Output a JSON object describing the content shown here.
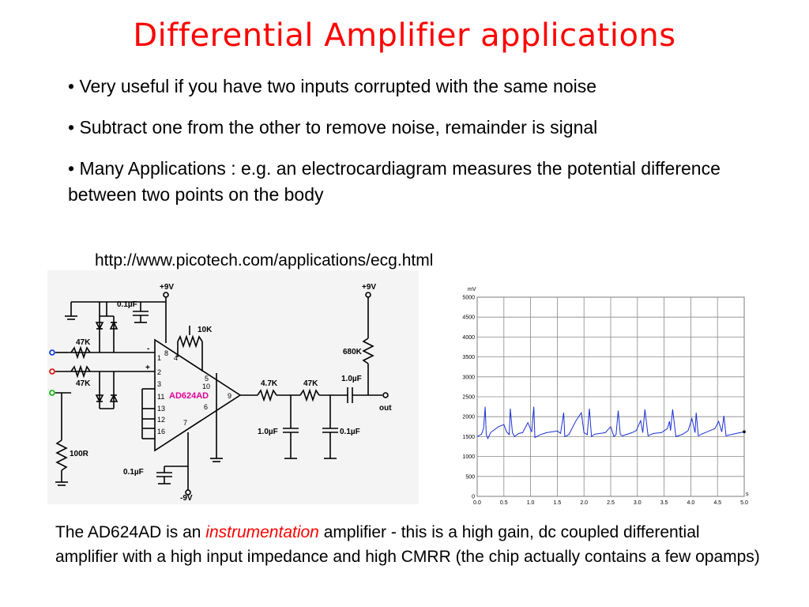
{
  "slide": {
    "title": "Differential Amplifier applications",
    "bullets": [
      "• Very useful if you have two inputs corrupted with the same noise",
      "• Subtract one from the other to remove noise, remainder is signal",
      "• Many Applications : e.g. an electrocardiagram measures the potential difference between two points on the body"
    ],
    "link": "http://www.picotech.com/applications/ecg.html",
    "caption": {
      "before": "The AD624AD is an ",
      "emphasis": "instrumentation",
      "after": " amplifier - this is a high gain, dc coupled differential amplifier with a high input impedance and high CMRR (the chip actually contains a few opamps)"
    }
  },
  "circuit": {
    "chip_label": "AD624AD",
    "chip_label_color": "#e0009a",
    "supply_pos_1": "+9V",
    "supply_pos_2": "+9V",
    "supply_neg": "-9V",
    "cap_top": "0.1µF",
    "cap_bottom": "0.1µF",
    "pot": "10K",
    "r_in_1": "47K",
    "r_in_2": "47K",
    "r_100": "100R",
    "r_47k_out1": "4.7K",
    "r_47k_out2": "47K",
    "r_680": "680K",
    "cap_out": "1.0µF",
    "cap_f1": "1.0µF",
    "cap_f2": "0.1µF",
    "out_label": "out",
    "minus_sign": "-",
    "plus_sign": "+",
    "pins": [
      "8",
      "1",
      "4",
      "2",
      "5",
      "3",
      "10",
      "11",
      "9",
      "13",
      "6",
      "12",
      "7",
      "16"
    ]
  },
  "chart_data": {
    "type": "line",
    "ylabel": "mV",
    "xlabel": "s",
    "x_ticks": [
      "0.0",
      "0.5",
      "1.0",
      "1.5",
      "2.0",
      "2.5",
      "3.0",
      "3.5",
      "4.0",
      "4.5",
      "5.0"
    ],
    "y_ticks": [
      "0",
      "500",
      "1000",
      "1500",
      "2000",
      "2500",
      "3000",
      "3500",
      "4000",
      "4500",
      "5000"
    ],
    "xlim": [
      0,
      5
    ],
    "ylim": [
      0,
      5000
    ],
    "grid": true,
    "line_color": "#1a2fd6",
    "series": [
      {
        "x": [
          0.0,
          0.08,
          0.12,
          0.15,
          0.17,
          0.2,
          0.25,
          0.4,
          0.5,
          0.55,
          0.6,
          0.62,
          0.66,
          0.7,
          0.78,
          0.85,
          0.95,
          1.02,
          1.06,
          1.08,
          1.12,
          1.18,
          1.3,
          1.4,
          1.5,
          1.56,
          1.62,
          1.64,
          1.68,
          1.72,
          1.85,
          1.95,
          2.0,
          2.06,
          2.1,
          2.14,
          2.2,
          2.4,
          2.5,
          2.56,
          2.6,
          2.64,
          2.68,
          2.72,
          2.9,
          2.98,
          3.06,
          3.1,
          3.14,
          3.2,
          3.3,
          3.45,
          3.56,
          3.6,
          3.62,
          3.66,
          3.72,
          3.85,
          3.95,
          4.02,
          4.08,
          4.1,
          4.14,
          4.2,
          4.3,
          4.45,
          4.52,
          4.58,
          4.62,
          4.66,
          4.72,
          4.85,
          5.0
        ],
        "y": [
          1500,
          1560,
          1700,
          2250,
          1550,
          1450,
          1600,
          1750,
          1800,
          1620,
          1550,
          2200,
          1600,
          1500,
          1580,
          1600,
          1850,
          1620,
          2250,
          1480,
          1500,
          1550,
          1600,
          1620,
          1640,
          1580,
          2100,
          1500,
          1520,
          1560,
          1900,
          2100,
          1600,
          1550,
          2200,
          1500,
          1560,
          1600,
          1750,
          1500,
          1550,
          2150,
          1550,
          1520,
          1600,
          1650,
          1900,
          1600,
          2180,
          1520,
          1580,
          1600,
          1700,
          1880,
          1650,
          2180,
          1500,
          1560,
          1650,
          1950,
          1600,
          2100,
          1520,
          1560,
          1620,
          1700,
          1880,
          1620,
          2020,
          1520,
          1540,
          1580,
          1620
        ]
      }
    ]
  }
}
